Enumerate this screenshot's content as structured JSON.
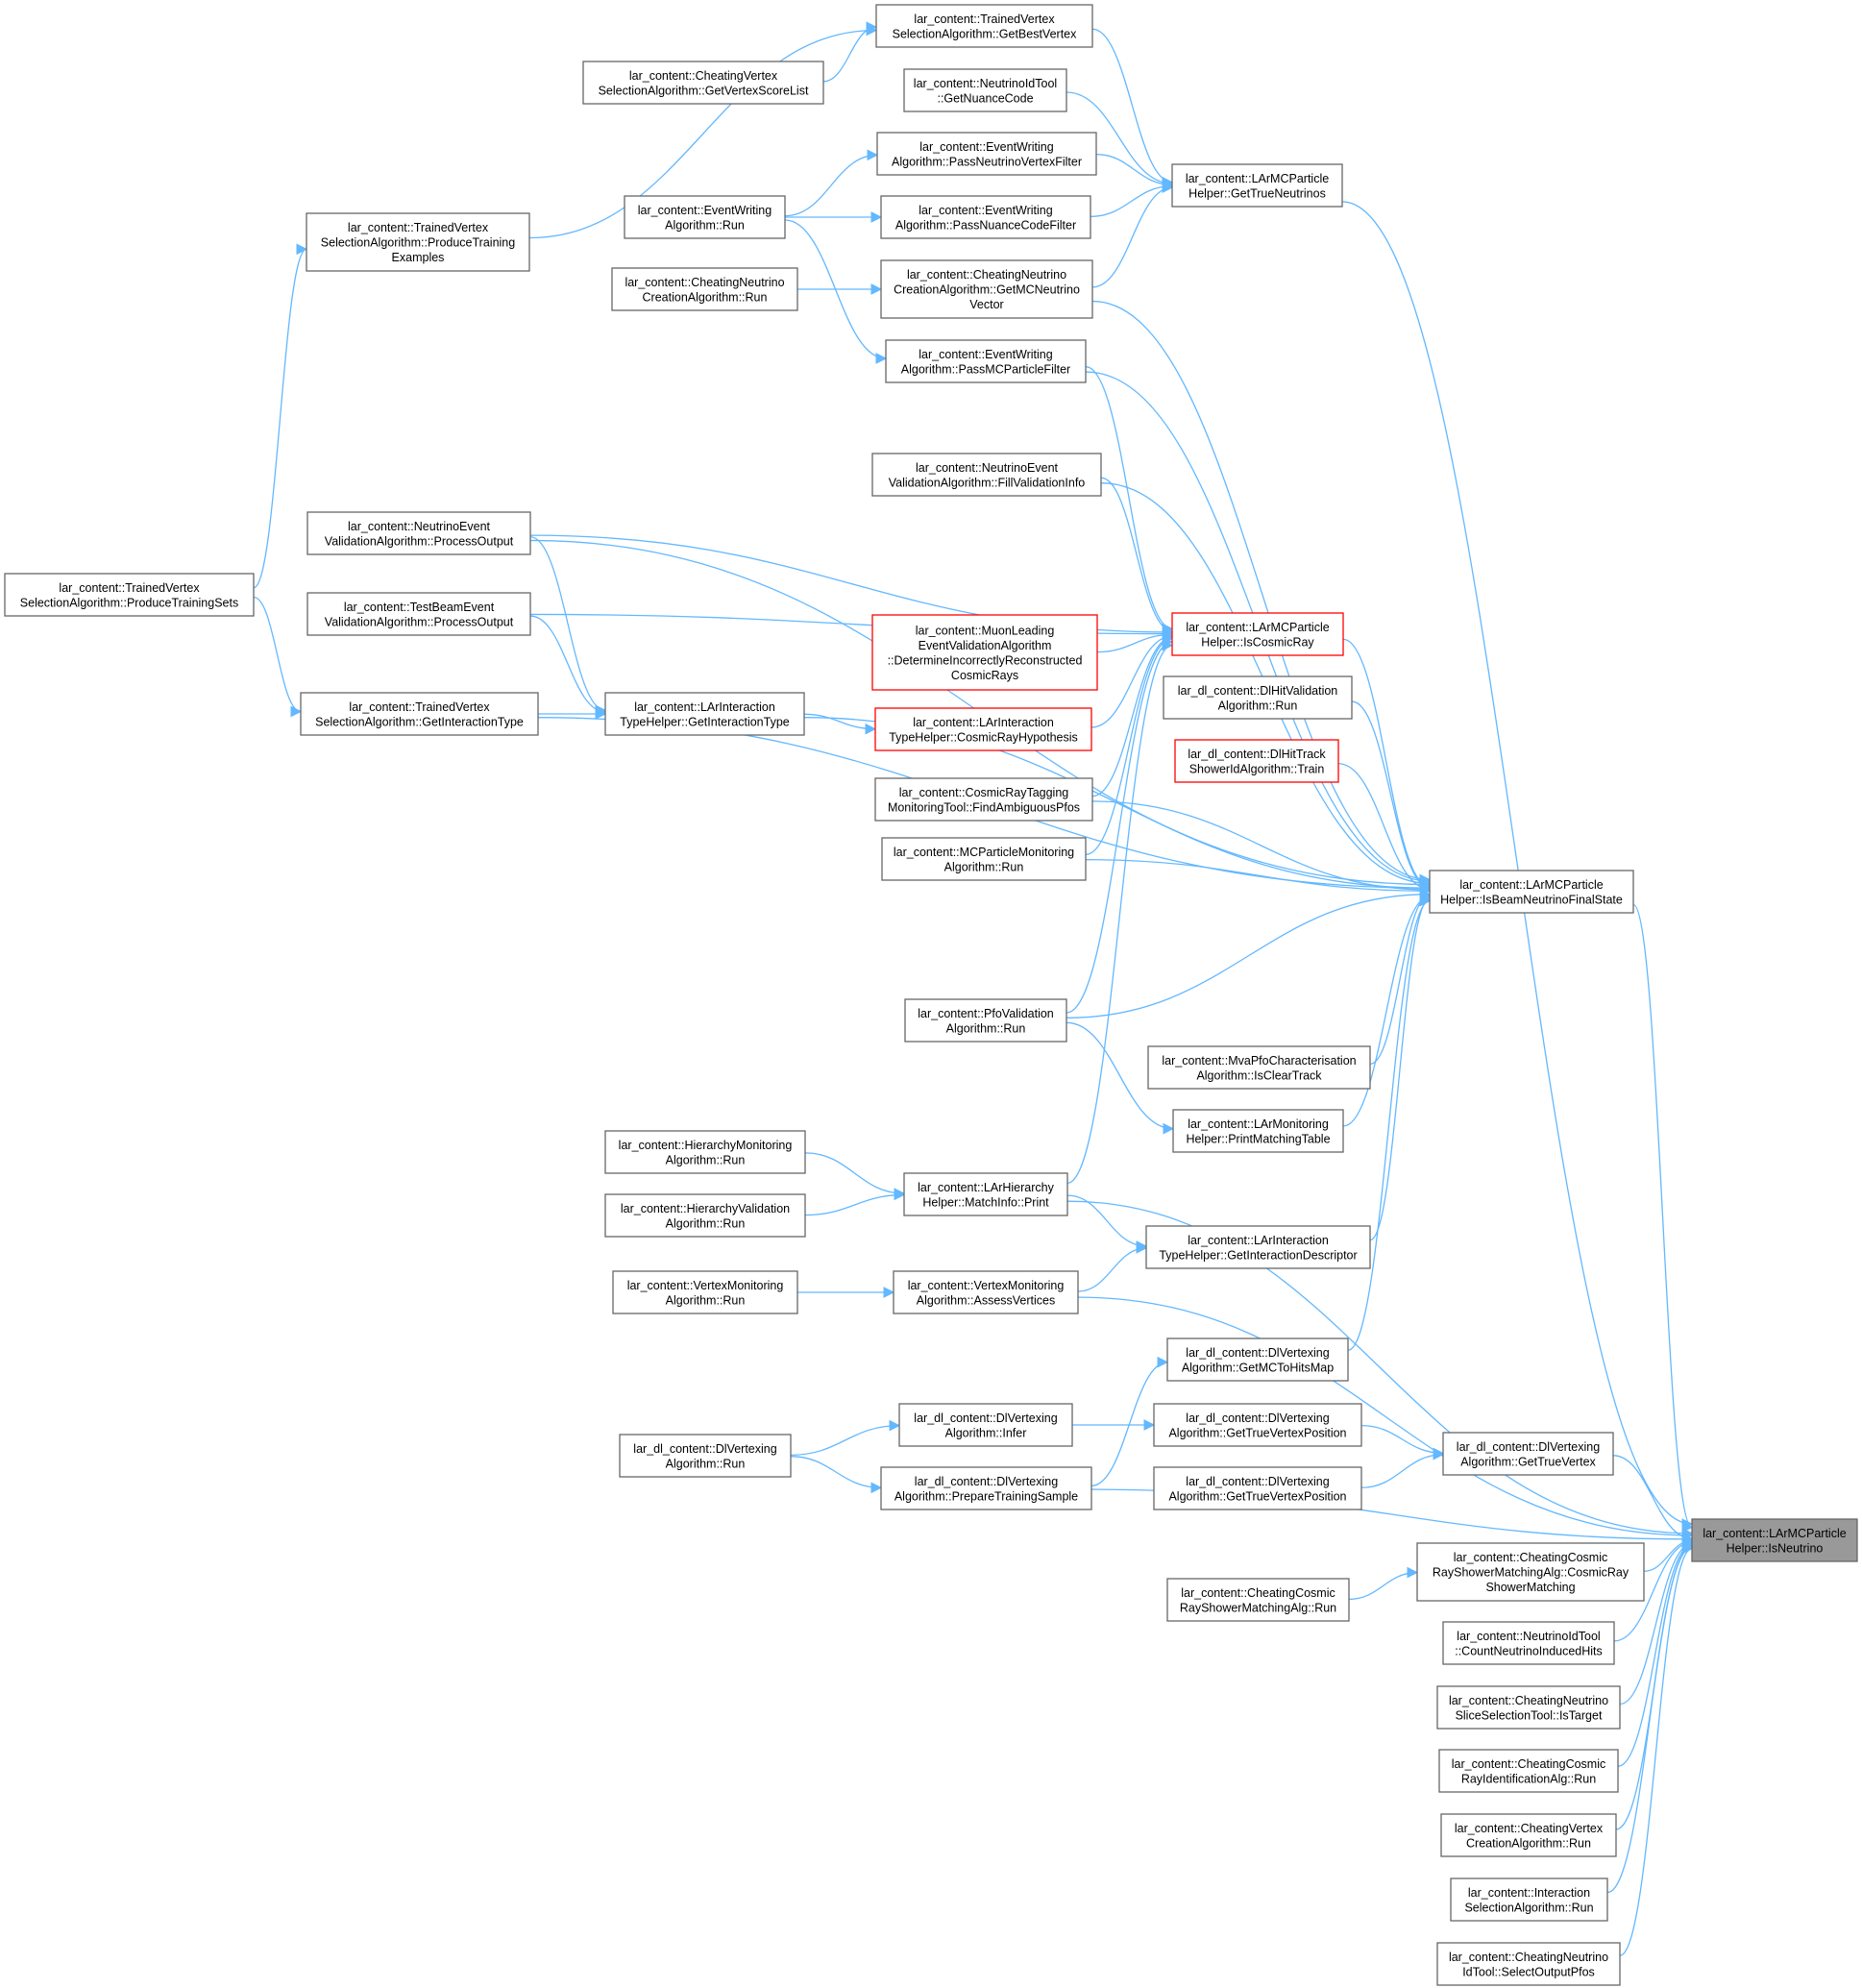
{
  "colors": {
    "edge": "#63b8ff",
    "border": "#666666",
    "highlight_border": "#ff0000",
    "focus_fill": "#999999"
  },
  "nodes": [
    {
      "id": "tvGetBest",
      "lines": [
        "lar_content::TrainedVertex",
        "SelectionAlgorithm::GetBestVertex"
      ]
    },
    {
      "id": "cvGetScore",
      "lines": [
        "lar_content::CheatingVertex",
        "SelectionAlgorithm::GetVertexScoreList"
      ]
    },
    {
      "id": "nidGetNuance",
      "lines": [
        "lar_content::NeutrinoIdTool",
        "::GetNuanceCode"
      ]
    },
    {
      "id": "ewPassNVF",
      "lines": [
        "lar_content::EventWriting",
        "Algorithm::PassNeutrinoVertexFilter"
      ]
    },
    {
      "id": "getTrueNu",
      "lines": [
        "lar_content::LArMCParticle",
        "Helper::GetTrueNeutrinos"
      ]
    },
    {
      "id": "ewRun",
      "lines": [
        "lar_content::EventWriting",
        "Algorithm::Run"
      ]
    },
    {
      "id": "ewPassNCF",
      "lines": [
        "lar_content::EventWriting",
        "Algorithm::PassNuanceCodeFilter"
      ]
    },
    {
      "id": "tvProduceTrainEx",
      "lines": [
        "lar_content::TrainedVertex",
        "SelectionAlgorithm::ProduceTraining",
        "Examples"
      ]
    },
    {
      "id": "cncRun",
      "lines": [
        "lar_content::CheatingNeutrino",
        "CreationAlgorithm::Run"
      ]
    },
    {
      "id": "cncGetMC",
      "lines": [
        "lar_content::CheatingNeutrino",
        "CreationAlgorithm::GetMCNeutrino",
        "Vector"
      ]
    },
    {
      "id": "ewPassMCP",
      "lines": [
        "lar_content::EventWriting",
        "Algorithm::PassMCParticleFilter"
      ]
    },
    {
      "id": "nevFill",
      "lines": [
        "lar_content::NeutrinoEvent",
        "ValidationAlgorithm::FillValidationInfo"
      ]
    },
    {
      "id": "nevProcess",
      "lines": [
        "lar_content::NeutrinoEvent",
        "ValidationAlgorithm::ProcessOutput"
      ]
    },
    {
      "id": "tvProduceTrainSets",
      "lines": [
        "lar_content::TrainedVertex",
        "SelectionAlgorithm::ProduceTrainingSets"
      ]
    },
    {
      "id": "tbevProcess",
      "lines": [
        "lar_content::TestBeamEvent",
        "ValidationAlgorithm::ProcessOutput"
      ]
    },
    {
      "id": "isCosmic",
      "lines": [
        "lar_content::LArMCParticle",
        "Helper::IsCosmicRay"
      ],
      "highlight": true
    },
    {
      "id": "muonLeading",
      "lines": [
        "lar_content::MuonLeading",
        "EventValidationAlgorithm",
        "::DetermineIncorrectlyReconstructed",
        "CosmicRays"
      ],
      "highlight": true
    },
    {
      "id": "dlHitVal",
      "lines": [
        "lar_dl_content::DlHitValidation",
        "Algorithm::Run"
      ]
    },
    {
      "id": "tvGetInt",
      "lines": [
        "lar_content::TrainedVertex",
        "SelectionAlgorithm::GetInteractionType"
      ]
    },
    {
      "id": "larIntGetType",
      "lines": [
        "lar_content::LArInteraction",
        "TypeHelper::GetInteractionType"
      ]
    },
    {
      "id": "larIntCosmicHyp",
      "lines": [
        "lar_content::LArInteraction",
        "TypeHelper::CosmicRayHypothesis"
      ],
      "highlight": true
    },
    {
      "id": "dlHitTrack",
      "lines": [
        "lar_dl_content::DlHitTrack",
        "ShowerIdAlgorithm::Train"
      ],
      "highlight": true
    },
    {
      "id": "crtFind",
      "lines": [
        "lar_content::CosmicRayTagging",
        "MonitoringTool::FindAmbiguousPfos"
      ]
    },
    {
      "id": "mcpMonRun",
      "lines": [
        "lar_content::MCParticleMonitoring",
        "Algorithm::Run"
      ]
    },
    {
      "id": "isBeamNu",
      "lines": [
        "lar_content::LArMCParticle",
        "Helper::IsBeamNeutrinoFinalState"
      ]
    },
    {
      "id": "pfoValRun",
      "lines": [
        "lar_content::PfoValidation",
        "Algorithm::Run"
      ]
    },
    {
      "id": "mvaPfo",
      "lines": [
        "lar_content::MvaPfoCharacterisation",
        "Algorithm::IsClearTrack"
      ]
    },
    {
      "id": "larMonPrint",
      "lines": [
        "lar_content::LArMonitoring",
        "Helper::PrintMatchingTable"
      ]
    },
    {
      "id": "hierMonRun",
      "lines": [
        "lar_content::HierarchyMonitoring",
        "Algorithm::Run"
      ]
    },
    {
      "id": "larHierPrint",
      "lines": [
        "lar_content::LArHierarchy",
        "Helper::MatchInfo::Print"
      ]
    },
    {
      "id": "hierValRun",
      "lines": [
        "lar_content::HierarchyValidation",
        "Algorithm::Run"
      ]
    },
    {
      "id": "larIntDesc",
      "lines": [
        "lar_content::LArInteraction",
        "TypeHelper::GetInteractionDescriptor"
      ]
    },
    {
      "id": "vtxMonRun",
      "lines": [
        "lar_content::VertexMonitoring",
        "Algorithm::Run"
      ]
    },
    {
      "id": "vtxMonAssess",
      "lines": [
        "lar_content::VertexMonitoring",
        "Algorithm::AssessVertices"
      ]
    },
    {
      "id": "dlVtxMCToHits",
      "lines": [
        "lar_dl_content::DlVertexing",
        "Algorithm::GetMCToHitsMap"
      ]
    },
    {
      "id": "dlVtxInfer",
      "lines": [
        "lar_dl_content::DlVertexing",
        "Algorithm::Infer"
      ]
    },
    {
      "id": "dlVtxGTVP1",
      "lines": [
        "lar_dl_content::DlVertexing",
        "Algorithm::GetTrueVertexPosition"
      ]
    },
    {
      "id": "dlVtxRun",
      "lines": [
        "lar_dl_content::DlVertexing",
        "Algorithm::Run"
      ]
    },
    {
      "id": "dlVtxGTV",
      "lines": [
        "lar_dl_content::DlVertexing",
        "Algorithm::GetTrueVertex"
      ]
    },
    {
      "id": "dlVtxPrep",
      "lines": [
        "lar_dl_content::DlVertexing",
        "Algorithm::PrepareTrainingSample"
      ]
    },
    {
      "id": "dlVtxGTVP2",
      "lines": [
        "lar_dl_content::DlVertexing",
        "Algorithm::GetTrueVertexPosition"
      ]
    },
    {
      "id": "isNeutrino",
      "lines": [
        "lar_content::LArMCParticle",
        "Helper::IsNeutrino"
      ],
      "focus": true
    },
    {
      "id": "ccrsmCRSM",
      "lines": [
        "lar_content::CheatingCosmic",
        "RayShowerMatchingAlg::CosmicRay",
        "ShowerMatching"
      ]
    },
    {
      "id": "ccrsmRun",
      "lines": [
        "lar_content::CheatingCosmic",
        "RayShowerMatchingAlg::Run"
      ]
    },
    {
      "id": "nidCount",
      "lines": [
        "lar_content::NeutrinoIdTool",
        "::CountNeutrinoInducedHits"
      ]
    },
    {
      "id": "cnsIsTarget",
      "lines": [
        "lar_content::CheatingNeutrino",
        "SliceSelectionTool::IsTarget"
      ]
    },
    {
      "id": "ccriRun",
      "lines": [
        "lar_content::CheatingCosmic",
        "RayIdentificationAlg::Run"
      ]
    },
    {
      "id": "cvcRun",
      "lines": [
        "lar_content::CheatingVertex",
        "CreationAlgorithm::Run"
      ]
    },
    {
      "id": "isRun",
      "lines": [
        "lar_content::Interaction",
        "SelectionAlgorithm::Run"
      ]
    },
    {
      "id": "cnidSelect",
      "lines": [
        "lar_content::CheatingNeutrino",
        "IdTool::SelectOutputPfos"
      ]
    }
  ],
  "edges": [
    [
      "tvProduceTrainEx",
      "tvGetBest"
    ],
    [
      "cvGetScore",
      "tvGetBest"
    ],
    [
      "tvGetBest",
      "getTrueNu"
    ],
    [
      "nidGetNuance",
      "getTrueNu"
    ],
    [
      "ewPassNVF",
      "getTrueNu"
    ],
    [
      "ewPassNCF",
      "getTrueNu"
    ],
    [
      "cncGetMC",
      "getTrueNu"
    ],
    [
      "ewRun",
      "ewPassNVF"
    ],
    [
      "ewRun",
      "ewPassNCF"
    ],
    [
      "ewRun",
      "ewPassMCP"
    ],
    [
      "cncRun",
      "cncGetMC"
    ],
    [
      "tvProduceTrainSets",
      "tvProduceTrainEx"
    ],
    [
      "tvProduceTrainSets",
      "tvGetInt"
    ],
    [
      "tvGetInt",
      "larIntGetType"
    ],
    [
      "nevProcess",
      "larIntGetType"
    ],
    [
      "tbevProcess",
      "larIntGetType"
    ],
    [
      "larIntGetType",
      "larIntCosmicHyp"
    ],
    [
      "ewPassMCP",
      "isCosmic"
    ],
    [
      "nevFill",
      "isCosmic"
    ],
    [
      "nevProcess",
      "isCosmic"
    ],
    [
      "tbevProcess",
      "isCosmic"
    ],
    [
      "muonLeading",
      "isCosmic"
    ],
    [
      "larIntCosmicHyp",
      "isCosmic"
    ],
    [
      "crtFind",
      "isCosmic"
    ],
    [
      "mcpMonRun",
      "isCosmic"
    ],
    [
      "pfoValRun",
      "isCosmic"
    ],
    [
      "larHierPrint",
      "isCosmic"
    ],
    [
      "ewPassMCP",
      "isBeamNu"
    ],
    [
      "cncGetMC",
      "isBeamNu"
    ],
    [
      "nevFill",
      "isBeamNu"
    ],
    [
      "nevProcess",
      "isBeamNu"
    ],
    [
      "isCosmic",
      "isBeamNu"
    ],
    [
      "dlHitVal",
      "isBeamNu"
    ],
    [
      "dlHitTrack",
      "isBeamNu"
    ],
    [
      "crtFind",
      "isBeamNu"
    ],
    [
      "mcpMonRun",
      "isBeamNu"
    ],
    [
      "larIntGetType",
      "isBeamNu"
    ],
    [
      "tvGetInt",
      "isBeamNu"
    ],
    [
      "pfoValRun",
      "isBeamNu"
    ],
    [
      "mvaPfo",
      "isBeamNu"
    ],
    [
      "larMonPrint",
      "isBeamNu"
    ],
    [
      "larIntDesc",
      "isBeamNu"
    ],
    [
      "dlVtxMCToHits",
      "isBeamNu"
    ],
    [
      "pfoValRun",
      "larMonPrint"
    ],
    [
      "hierMonRun",
      "larHierPrint"
    ],
    [
      "hierValRun",
      "larHierPrint"
    ],
    [
      "larHierPrint",
      "larIntDesc"
    ],
    [
      "vtxMonAssess",
      "larIntDesc"
    ],
    [
      "vtxMonRun",
      "vtxMonAssess"
    ],
    [
      "dlVtxRun",
      "dlVtxInfer"
    ],
    [
      "dlVtxRun",
      "dlVtxPrep"
    ],
    [
      "dlVtxInfer",
      "dlVtxGTVP1"
    ],
    [
      "dlVtxPrep",
      "dlVtxMCToHits"
    ],
    [
      "dlVtxGTVP1",
      "dlVtxGTV"
    ],
    [
      "dlVtxGTVP2",
      "dlVtxGTV"
    ],
    [
      "ccrsmRun",
      "ccrsmCRSM"
    ],
    [
      "getTrueNu",
      "isNeutrino"
    ],
    [
      "isBeamNu",
      "isNeutrino"
    ],
    [
      "larHierPrint",
      "isNeutrino"
    ],
    [
      "vtxMonAssess",
      "isNeutrino"
    ],
    [
      "dlVtxGTV",
      "isNeutrino"
    ],
    [
      "dlVtxPrep",
      "isNeutrino"
    ],
    [
      "ccrsmCRSM",
      "isNeutrino"
    ],
    [
      "nidCount",
      "isNeutrino"
    ],
    [
      "cnsIsTarget",
      "isNeutrino"
    ],
    [
      "ccriRun",
      "isNeutrino"
    ],
    [
      "cvcRun",
      "isNeutrino"
    ],
    [
      "isRun",
      "isNeutrino"
    ],
    [
      "cnidSelect",
      "isNeutrino"
    ]
  ]
}
